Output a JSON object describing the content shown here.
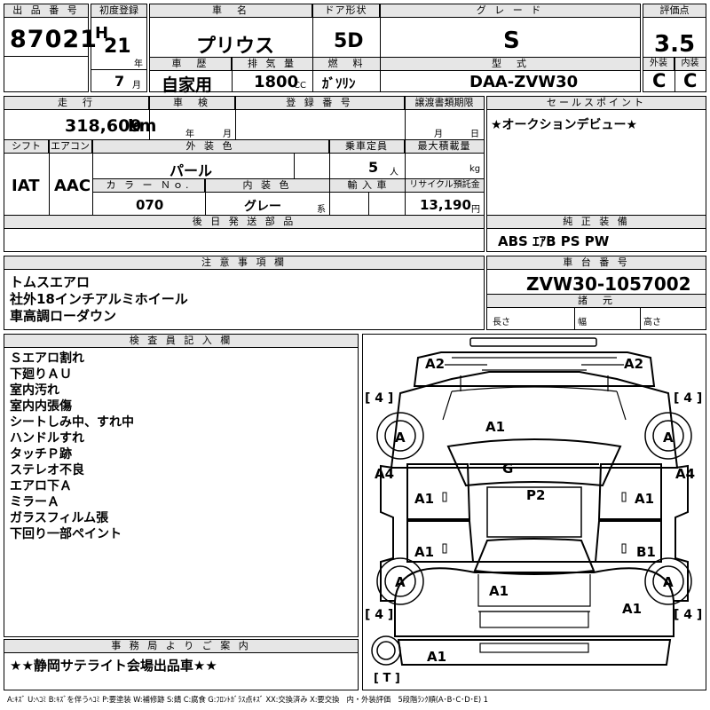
{
  "header": {
    "lot_label": "出 品 番 号",
    "lot": "87021",
    "first_reg_label": "初度登録",
    "era": "H",
    "year": "21",
    "year_unit": "年",
    "month": "7",
    "month_unit": "月",
    "name_label": "車　名",
    "name": "プリウス",
    "doors_label": "ドア形状",
    "doors": "5D",
    "grade_label": "グ レ ー ド",
    "grade": "S",
    "score_label": "評価点",
    "score": "3.5",
    "history_label": "車　歴",
    "history": "自家用",
    "displacement_label": "排 気 量",
    "displacement": "1800",
    "displacement_unit": "CC",
    "fuel_label": "燃　料",
    "fuel": "ｶﾞｿﾘﾝ",
    "model_label": "型　式",
    "model": "DAA-ZVW30",
    "ext_label": "外装",
    "ext": "C",
    "int_label": "内装",
    "int": "C"
  },
  "info": {
    "mileage_label": "走　行",
    "mileage": "318,609",
    "mileage_unit": "km",
    "inspection_label": "車　検",
    "inspection_year_unit": "年",
    "inspection_month_unit": "月",
    "reg_no_label": "登 録 番 号",
    "transfer_label": "譲渡書類期限",
    "transfer_month_unit": "月",
    "transfer_day_unit": "日",
    "shift_label": "シフト",
    "shift": "IAT",
    "ac_label": "エアコン",
    "ac": "AAC",
    "color_label": "外 装 色",
    "color": "パール",
    "capacity_label": "乗車定員",
    "capacity": "5",
    "capacity_unit": "人",
    "load_label": "最大積載量",
    "load_unit": "kg",
    "color_no_label": "カ ラ ー Ｎｏ.",
    "color_no": "070",
    "interior_label": "内 装 色",
    "interior": "グレー",
    "interior_unit": "系",
    "import_label": "輸 入 車",
    "recycle_label": "リサイクル預託金",
    "recycle": "13,190",
    "recycle_unit": "円",
    "later_label": "後 日 発 送 部 品",
    "sales_label": "セールスポイント",
    "sales": "★オークションデビュー★",
    "equip_label": "純 正 装 備",
    "equip": "ABS ｴｱB PS PW"
  },
  "caution": {
    "label": "注 意 事 項 欄",
    "lines": [
      "トムスエアロ",
      "社外18インチアルミホイール",
      "車高調ローダウン"
    ]
  },
  "chassis": {
    "label": "車 台 番 号",
    "number": "ZVW30-1057002",
    "dims_label": "諸　元",
    "length": "長さ",
    "width": "幅",
    "height": "高さ"
  },
  "inspector": {
    "label": "検 査 員 記 入 欄",
    "lines": [
      "Ｓエアロ割れ",
      "下廻りＡＵ",
      "室内汚れ",
      "室内内張傷",
      "シートしみ中、すれ中",
      "ハンドルすれ",
      "タッチＰ跡",
      "ステレオ不良",
      "エアロ下Ａ",
      "ミラーＡ",
      "ガラスフィルム張",
      "下回り一部ペイント"
    ]
  },
  "office": {
    "label": "事 務 局 よ り ご 案 内",
    "text": "★★静岡サテライト会場出品車★★"
  },
  "legend": "A:ｷｽﾞ U:ﾍｺﾐ B:ｷｽﾞを伴うﾍｺﾐ P:要塗装 W:補修跡 S:錆 C:腐食 G:ﾌﾛﾝﾄｶﾞﾗｽ点ｷｽﾞ XX:交換済み X:要交換　内・外装評価　5段階ﾗﾝｸ順(A･B･C･D･E) 1",
  "diagram": {
    "tire_front_left": "[ 4 ]",
    "tire_front_right": "[ 4 ]",
    "tire_rear_left": "[ 4 ]",
    "tire_rear_right": "[ 4 ]",
    "spare": "[ T ]",
    "bumper_front_left": "A2",
    "bumper_front_right": "A2",
    "hood": "A1",
    "wheel_fl": "A",
    "wheel_fr": "A",
    "fender_l": "A4",
    "fender_r": "A4",
    "roof_front": "G",
    "roof": "P2",
    "door_fl": "A1",
    "door_fr": "A1",
    "door_rl": "A1",
    "door_rr": "B1",
    "wheel_rl": "A",
    "wheel_rr": "A",
    "trunk": "A1",
    "bumper_rear_right": "A1",
    "under_left": "A1"
  }
}
